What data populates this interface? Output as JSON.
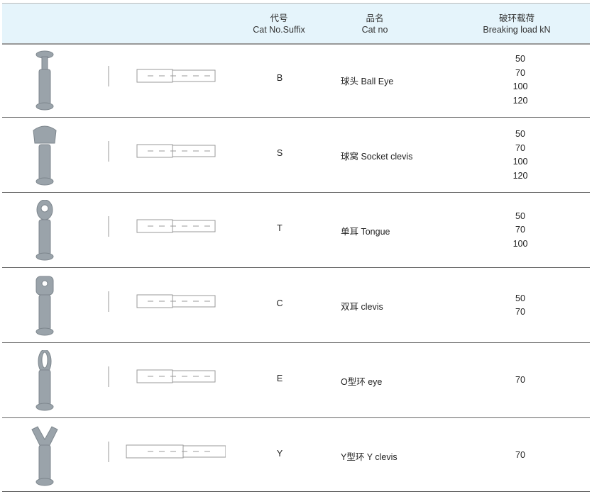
{
  "header": {
    "suffix_cn": "代号",
    "suffix_en": "Cat No.Suffix",
    "name_cn": "品名",
    "name_en": "Cat no",
    "load_cn": "破环载荷",
    "load_en": "Breaking load kN"
  },
  "rows": [
    {
      "suffix": "B",
      "name": "球头 Ball Eye",
      "loads": [
        "50",
        "70",
        "100",
        "120"
      ]
    },
    {
      "suffix": "S",
      "name": "球窝 Socket clevis",
      "loads": [
        "50",
        "70",
        "100",
        "120"
      ]
    },
    {
      "suffix": "T",
      "name": "单耳 Tongue",
      "loads": [
        "50",
        "70",
        "100"
      ]
    },
    {
      "suffix": "C",
      "name": "双耳 clevis",
      "loads": [
        "50",
        "70"
      ]
    },
    {
      "suffix": "E",
      "name": "O型环 eye",
      "loads": [
        "70"
      ]
    },
    {
      "suffix": "Y",
      "name": "Y型环 Y clevis",
      "loads": [
        "70"
      ]
    }
  ],
  "colors": {
    "header_bg": "#e5f4fb",
    "metal": "#9aa3aa"
  }
}
